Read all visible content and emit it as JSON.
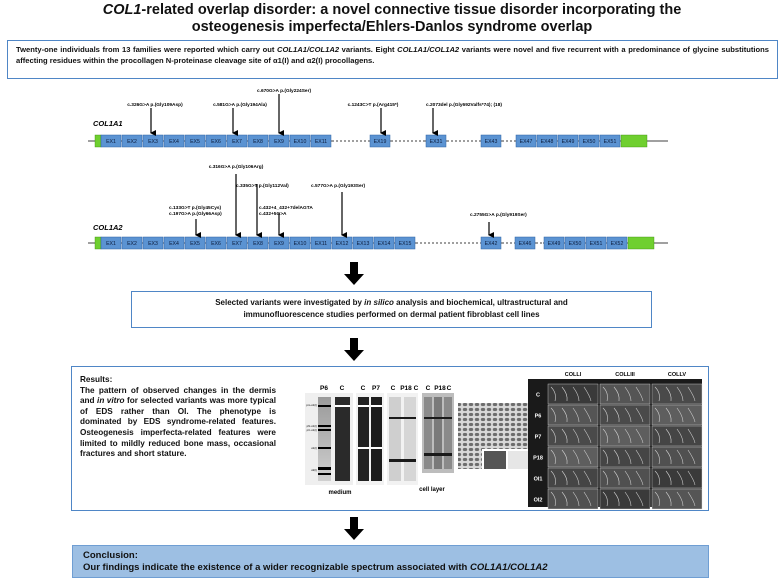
{
  "title": {
    "line1_gene": "COL1",
    "line1_rest": "-related overlap disorder: a novel connective tissue disorder incorporating the",
    "line2": "osteogenesis imperfecta/Ehlers-Danlos syndrome overlap"
  },
  "abstract": {
    "t1": "Twenty-one individuals from 13 families were reported which carry out ",
    "gene1": "COL1A1/COL1A2",
    "t2": " variants. Eight ",
    "gene2": "COL1A1/COL1A2",
    "t3": " variants were novel and five recurrent with a predominance of glycine substitutions affecting residues within the procollagen N-proteinase cleavage site of ",
    "alpha1": "α1(I)",
    "t4": " and ",
    "alpha2": "α2(I)",
    "t5": " procollagens."
  },
  "col1a1": {
    "gene": "COL1A1",
    "exons": [
      "EX1",
      "EX2",
      "EX3",
      "EX4",
      "EX5",
      "EX6",
      "EX7",
      "EX8",
      "EX9",
      "EX10",
      "EX11",
      "EX19",
      "EX31",
      "EX43",
      "EX47",
      "EX48",
      "EX49",
      "EX50",
      "EX51"
    ],
    "variants": [
      "c.326G>A p.(Gly109Asp)",
      "c.581G>A p.(Gly194Ala)",
      "c.670G>A p.(Gly224Ser)",
      "c.1243C>T p.(Arg415*)",
      "c.2073del p.(Gly692Valfs*74); (18)"
    ]
  },
  "col1a2": {
    "gene": "COL1A2",
    "exons": [
      "EX1",
      "EX2",
      "EX3",
      "EX4",
      "EX5",
      "EX6",
      "EX7",
      "EX8",
      "EX9",
      "EX10",
      "EX11",
      "EX12",
      "EX13",
      "EX14",
      "EX15",
      "EX42",
      "EX46",
      "EX49",
      "EX50",
      "EX51",
      "EX52"
    ],
    "variants": [
      "c.316G>A p.(Gly106Arg)",
      "c.335G>T p.(Gly112Val)",
      "c.577G>A p.(Gly193Ser)",
      "c.133G>T p.(Gly45Cys)",
      "c.197G>A p.(Gly66Asp)",
      "c.432+4_432+7delAGTA",
      "c.432+5G>A",
      "c.2755G>A p.(Gly919Ser)"
    ]
  },
  "methods": {
    "t1": "Selected variants were investigated by ",
    "em": "in silico",
    "t2": " analysis and biochemical, ultrastructural and",
    "t3": "immunofluorescence studies performed on dermal patient fibroblast cell lines"
  },
  "results": {
    "heading": "Results:",
    "t1": "The pattern of observed changes in the dermis and ",
    "em": "in vitro",
    "t2": " for selected variants was more typical of EDS rather than OI. The phenotype is dominated by EDS syndrome-related features. Osteogenesis imperfecta-related features were limited to mildly reduced bone mass, occasional fractures and short stature.",
    "gel_lanes": [
      "P6",
      "C",
      "C",
      "P7",
      "C",
      "P18",
      "C",
      "C",
      "P18",
      "C"
    ],
    "gel_medium": "medium",
    "gel_cell_layer": "cell layer",
    "gel_bands": [
      "pro-α1(I)",
      "pN-α1(I)",
      "pC-α1(I)",
      "α1(I)",
      "α2(I)"
    ],
    "if_columns": [
      "COLLI",
      "COLLIII",
      "COLLV"
    ],
    "if_rows": [
      "C",
      "P6",
      "P7",
      "P18",
      "OI1",
      "OI2"
    ]
  },
  "conclusion": {
    "heading": "Conclusion:",
    "t1": "Our findings indicate the existence of a wider recognizable spectrum associated with ",
    "gene": "COL1A1/COL1A2"
  }
}
